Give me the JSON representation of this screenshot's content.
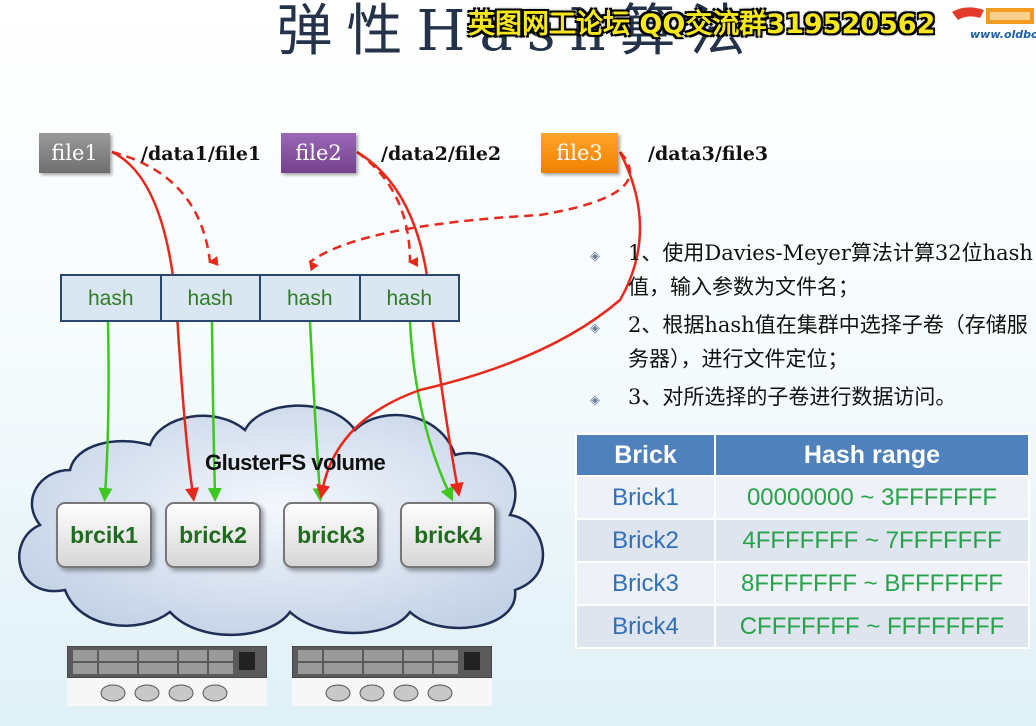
{
  "title": "弹性Hash算法",
  "watermark": "英图网工论坛 QQ交流群319520562",
  "logo": {
    "text": "www.oldboy"
  },
  "files": [
    {
      "label": "file1",
      "path": "/data1/file1",
      "color": "#808080"
    },
    {
      "label": "file2",
      "path": "/data2/file2",
      "color": "#8656a2"
    },
    {
      "label": "file3",
      "path": "/data3/file3",
      "color": "#ff9010"
    }
  ],
  "hash_cells": [
    "hash",
    "hash",
    "hash",
    "hash"
  ],
  "volume_label": "GlusterFS volume",
  "bricks": [
    "brcik1",
    "brick2",
    "brick3",
    "brick4"
  ],
  "bullets": [
    "1、使用Davies-Meyer算法计算32位hash值，输入参数为文件名；",
    "2、根据hash值在集群中选择子卷（存储服务器），进行文件定位；",
    "3、对所选择的子卷进行数据访问。"
  ],
  "table": {
    "headers": [
      "Brick",
      "Hash range"
    ],
    "rows": [
      {
        "brick": "Brick1",
        "range": "00000000 ~ 3FFFFFFF"
      },
      {
        "brick": "Brick2",
        "range": "4FFFFFFF ~ 7FFFFFFF"
      },
      {
        "brick": "Brick3",
        "range": "8FFFFFFF ~ BFFFFFFF"
      },
      {
        "brick": "Brick4",
        "range": "CFFFFFFF ~ FFFFFFFF"
      }
    ]
  },
  "colors": {
    "arrow_red": "#e8281b",
    "arrow_green": "#3cc81e",
    "header_blue": "#4f81bd"
  }
}
